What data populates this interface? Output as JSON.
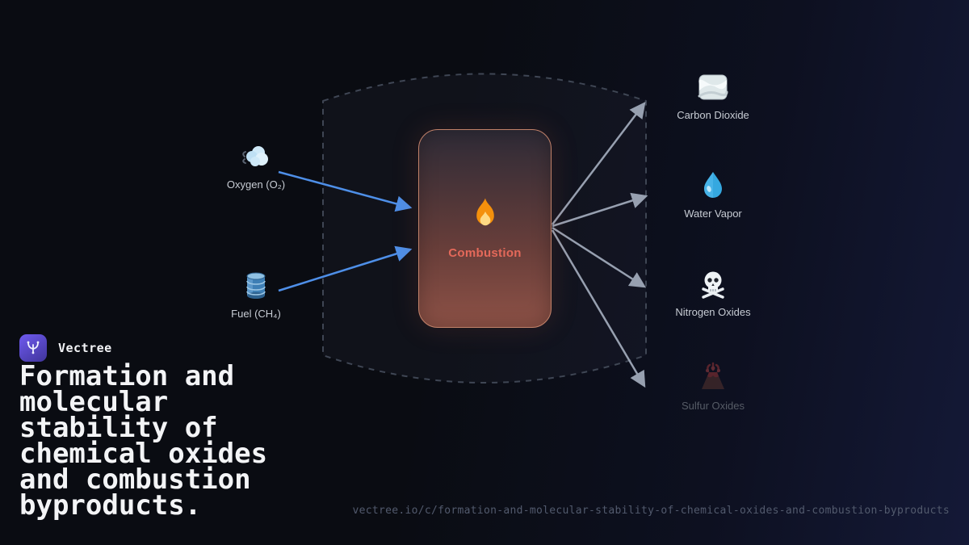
{
  "brand": {
    "name": "Vectree",
    "accent": "#6f5bf0"
  },
  "title": "Formation and\nmolecular\nstability of\nchemical oxides\nand combustion\nbyproducts.",
  "footer": {
    "url": "vectree.io/c/formation-and-molecular-stability-of-chemical-oxides-and-combustion-byproducts"
  },
  "diagram": {
    "center": {
      "label": "Combustion",
      "icon": "fire-icon",
      "label_color": "#e4695a"
    },
    "inputs": [
      {
        "label": "Oxygen (O₂)",
        "icon": "wind-icon"
      },
      {
        "label": "Fuel (CH₄)",
        "icon": "oil-drum-icon"
      }
    ],
    "outputs": [
      {
        "label": "Carbon Dioxide",
        "icon": "fog-icon",
        "dimmed": false
      },
      {
        "label": "Water Vapor",
        "icon": "droplet-icon",
        "dimmed": false
      },
      {
        "label": "Nitrogen Oxides",
        "icon": "skull-icon",
        "dimmed": false
      },
      {
        "label": "Sulfur Oxides",
        "icon": "volcano-icon",
        "dimmed": true
      }
    ],
    "colors": {
      "input_arrow": "#4e8fe8",
      "output_arrow": "#97a0b0",
      "container_border": "#3f4654"
    }
  }
}
